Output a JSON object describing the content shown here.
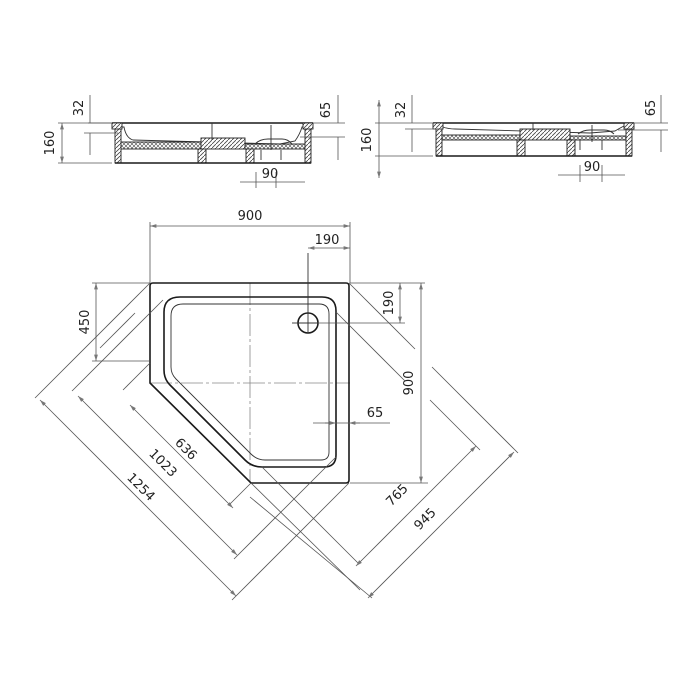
{
  "drawing": {
    "title": "Corner pentagon shower tray technical drawing",
    "line_color": "#1a1a1a",
    "dimension_color": "#555555"
  },
  "section_left": {
    "dims": {
      "total_height": "160",
      "rim_height": "32",
      "drain_depth": "65",
      "drain_width": "90"
    }
  },
  "section_right": {
    "dims": {
      "total_height": "160",
      "rim_height": "32",
      "drain_depth": "65",
      "drain_width": "90"
    }
  },
  "plan_view": {
    "dims": {
      "width_top": "900",
      "drain_offset_x": "190",
      "drain_offset_y": "190",
      "height_right": "900",
      "left_straight": "450",
      "rim_width": "65",
      "diag_inner": "636",
      "diag_mid": "1023",
      "diag_outer": "1254",
      "diag_right_inner": "765",
      "diag_right_outer": "945"
    }
  }
}
